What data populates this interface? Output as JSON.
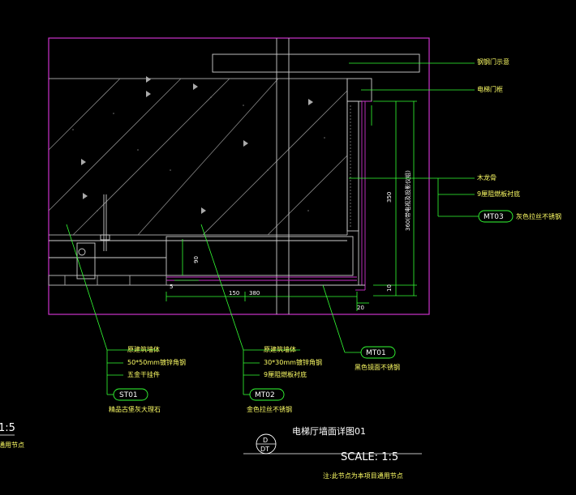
{
  "labels": {
    "top_right_1": "钢钢门示意",
    "top_right_2": "电梯门框",
    "right_1": "木龙骨",
    "right_2": "9厘阻燃板衬底",
    "right_3_tag": "MT03",
    "right_3_text": "灰色拉丝不锈钢",
    "left_group": [
      "原建筑墙体",
      "50*50mm镀锌角钢",
      "五金干挂件"
    ],
    "left_tag": "ST01",
    "left_text": "精品古堡灰大理石",
    "mid_group": [
      "原建筑墙体",
      "30*30mm镀锌角钢",
      "9厘阻燃板衬底"
    ],
    "mid_tag": "MT02",
    "mid_text": "金色拉丝不锈钢",
    "bottom_tag": "MT01",
    "bottom_text": "黑色镜面不锈钢",
    "vertical_dim_text": "360(带电视及投影仪组)",
    "dim_350": "350",
    "dim_90": "90",
    "dim_5": "5",
    "dim_150": "150",
    "dim_380": "380",
    "dim_20": "20",
    "dim_10": "10"
  },
  "title_block": {
    "symbol_top": "D",
    "symbol_bottom": "DT",
    "title": "电梯厅墙面详图01",
    "scale": "SCALE: 1:5",
    "note": "注:此节点为本项目通用节点"
  },
  "left_edge": {
    "scale": "1:5",
    "note": "通用节点"
  },
  "colors": {
    "background": "#000000",
    "frame": "#cc33cc",
    "leader": "#33ff33",
    "text": "#ffffff",
    "yellow": "#ffff66"
  }
}
